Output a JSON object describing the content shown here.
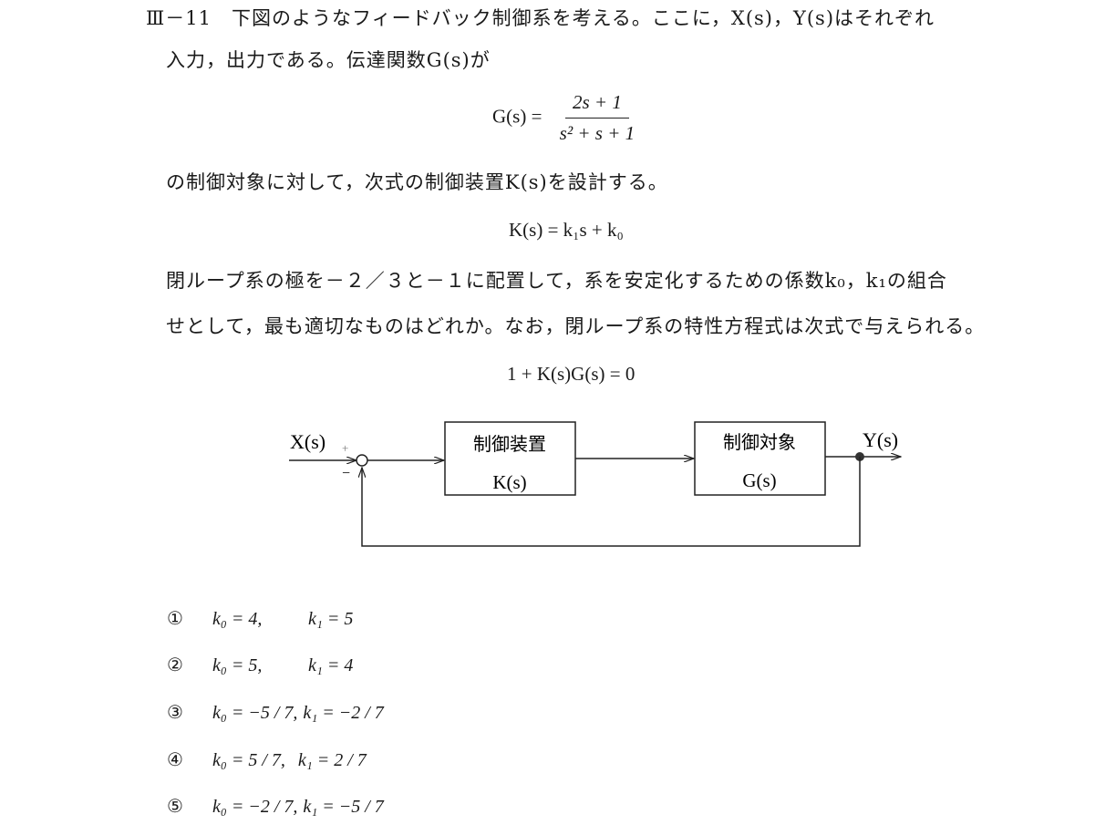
{
  "question": {
    "number": "Ⅲ－11",
    "line1": "下図のようなフィードバック制御系を考える。ここに，X(s)，Y(s)はそれぞれ",
    "line2": "入力，出力である。伝達関数G(s)が",
    "gs_lhs": "G(s) =",
    "gs_num": "2s + 1",
    "gs_den": "s² + s + 1",
    "line3": "の制御対象に対して，次式の制御装置K(s)を設計する。",
    "ks_eq": "K(s) = k₁s + k₀",
    "line4": "閉ループ系の極を－２／３と－１に配置して，系を安定化するための係数k₀，k₁の組合",
    "line5": "せとして，最も適切なものはどれか。なお，閉ループ系の特性方程式は次式で与えられる。",
    "char_eq": "1 + K(s)G(s) = 0"
  },
  "diagram": {
    "input": "X(s)",
    "output": "Y(s)",
    "plus": "+",
    "minus": "−",
    "controller_title": "制御装置",
    "controller_tf": "K(s)",
    "plant_title": "制御対象",
    "plant_tf": "G(s)"
  },
  "options": [
    {
      "num": "①",
      "k0": "k₀ = 4,",
      "k1": "k₁ = 5"
    },
    {
      "num": "②",
      "k0": "k₀ = 5,",
      "k1": "k₁ = 4"
    },
    {
      "num": "③",
      "k0": "k₀ = −5 / 7,",
      "k1": "k₁ = −2 / 7"
    },
    {
      "num": "④",
      "k0": "k₀ = 5 / 7,",
      "k1": "k₁ = 2 / 7"
    },
    {
      "num": "⑤",
      "k0": "k₀ = −2 / 7,",
      "k1": "k₁ = −5 / 7"
    }
  ]
}
